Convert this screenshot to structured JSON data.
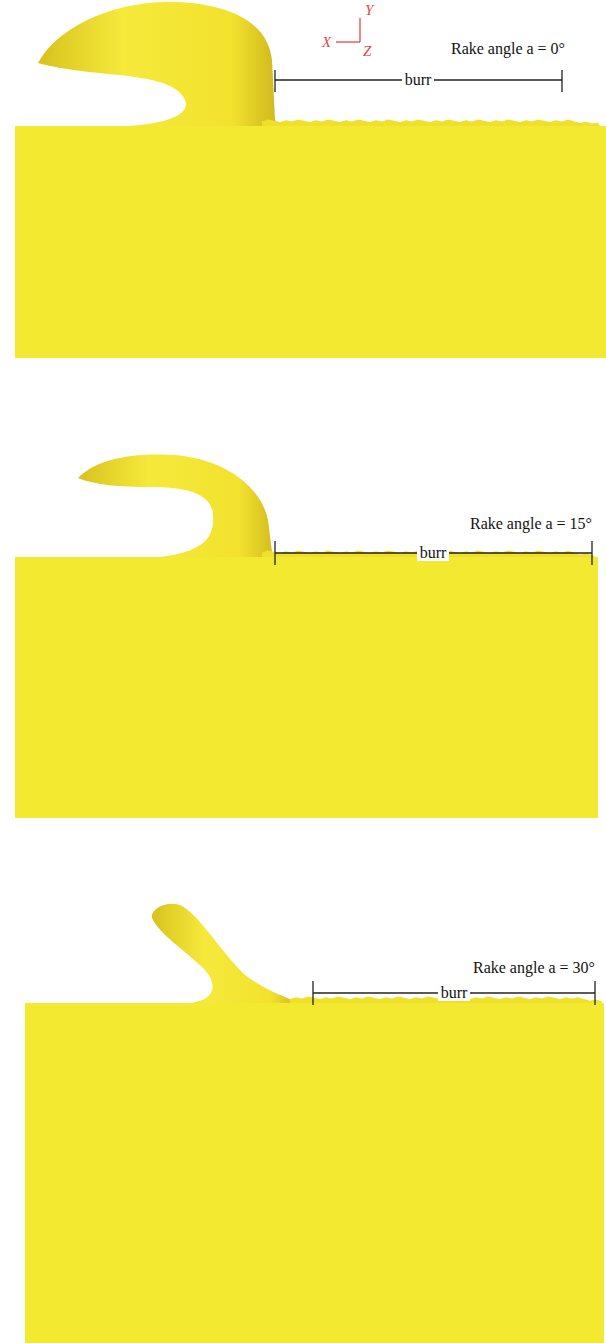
{
  "diagram": {
    "labels": [
      "Y",
      "X",
      "Z",
      "Rake angle a = 0°",
      "burr",
      "Rake angle a = 15°",
      "burr",
      "Rake angle a = 30°",
      "burr"
    ]
  }
}
